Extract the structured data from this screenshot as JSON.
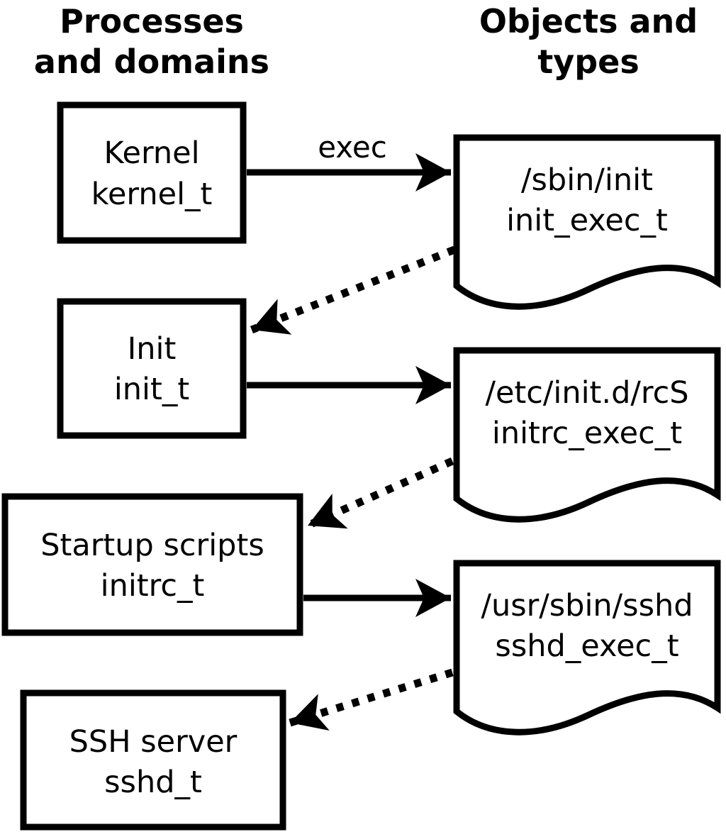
{
  "headers": {
    "left": {
      "line1": "Processes",
      "line2": "and domains"
    },
    "right": {
      "line1": "Objects and",
      "line2": "types"
    }
  },
  "processes": [
    {
      "name": "Kernel",
      "domain": "kernel_t"
    },
    {
      "name": "Init",
      "domain": "init_t"
    },
    {
      "name": "Startup scripts",
      "domain": "initrc_t"
    },
    {
      "name": "SSH server",
      "domain": "sshd_t"
    }
  ],
  "objects": [
    {
      "path": "/sbin/init",
      "type": "init_exec_t"
    },
    {
      "path": "/etc/init.d/rcS",
      "type": "initrc_exec_t"
    },
    {
      "path": "/usr/sbin/sshd",
      "type": "sshd_exec_t"
    }
  ],
  "edges": [
    {
      "from": "Kernel (kernel_t)",
      "to": "/sbin/init (init_exec_t)",
      "style": "solid",
      "label": "exec"
    },
    {
      "from": "/sbin/init (init_exec_t)",
      "to": "Init (init_t)",
      "style": "dotted",
      "label": ""
    },
    {
      "from": "Init (init_t)",
      "to": "/etc/init.d/rcS (initrc_exec_t)",
      "style": "solid",
      "label": ""
    },
    {
      "from": "/etc/init.d/rcS (initrc_exec_t)",
      "to": "Startup scripts (initrc_t)",
      "style": "dotted",
      "label": ""
    },
    {
      "from": "Startup scripts (initrc_t)",
      "to": "/usr/sbin/sshd (sshd_exec_t)",
      "style": "solid",
      "label": ""
    },
    {
      "from": "/usr/sbin/sshd (sshd_exec_t)",
      "to": "SSH server (sshd_t)",
      "style": "dotted",
      "label": ""
    }
  ],
  "colors": {
    "stroke": "#000000",
    "background": "#ffffff",
    "text": "#000000"
  }
}
